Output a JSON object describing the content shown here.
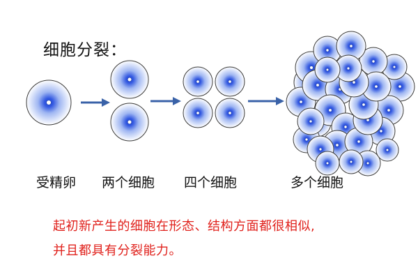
{
  "title": "细胞分裂：",
  "stages": [
    {
      "label": "受精卵",
      "cell_count": 1
    },
    {
      "label": "两个细胞",
      "cell_count": 2
    },
    {
      "label": "四个细胞",
      "cell_count": 4
    },
    {
      "label": "多个细胞",
      "cell_count": 30
    }
  ],
  "note": {
    "line1": "起初新产生的细胞在形态、结构方面都很相似,",
    "line2": "并且都具有分裂能力。"
  },
  "colors": {
    "cell_fill_center": "#2f55e0",
    "cell_fill_edge": "#ffffff",
    "cell_outline": "#3a3a3a",
    "nucleus": "#ffffff",
    "arrow": "#3a62a8",
    "note_text": "#e0201b"
  }
}
